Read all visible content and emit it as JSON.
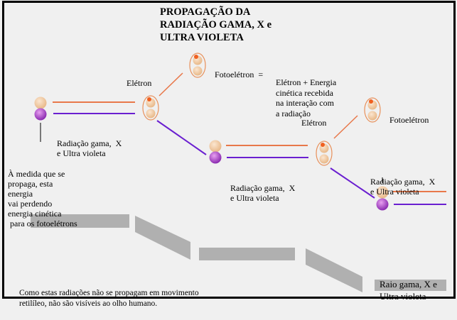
{
  "title": {
    "line1": "PROPAGAÇÃO DA",
    "line2": "RADIAÇÃO GAMA, X e",
    "line3": "ULTRA VIOLETA"
  },
  "labels": {
    "electron1": "Elétron",
    "electron2": "Elétron",
    "photoelectron1": "Fotoelétron  =",
    "photoelectron2": "Fotoelétron",
    "definition": [
      "Elétron + Energia",
      "cinética recebida",
      "na interação com",
      "a radiação"
    ],
    "radiation1": [
      "Radiação gama,  X",
      "e Ultra violeta"
    ],
    "radiation2": [
      "Radiação gama,  X",
      "e Ultra violeta"
    ],
    "radiation3": [
      "Radiação gama,  X",
      "e Ultra violeta"
    ],
    "energy_note": [
      "À medida que se",
      "propaga, esta",
      "energia",
      "vai perdendo",
      "energia cinética",
      " para os fotoelétrons"
    ],
    "bottom_note": [
      "Como estas radiações não se propagam em movimento",
      "retilíleo, não são visíveis ao olho humano."
    ],
    "ray_label": [
      "Raio gama, X e",
      "Ultra violeta"
    ]
  },
  "colors": {
    "orange": "#e8784a",
    "purple": "#6a1fd0",
    "gray": "#b0b0b0",
    "tan": "#f0c8a0",
    "violet": "#b050c8"
  }
}
